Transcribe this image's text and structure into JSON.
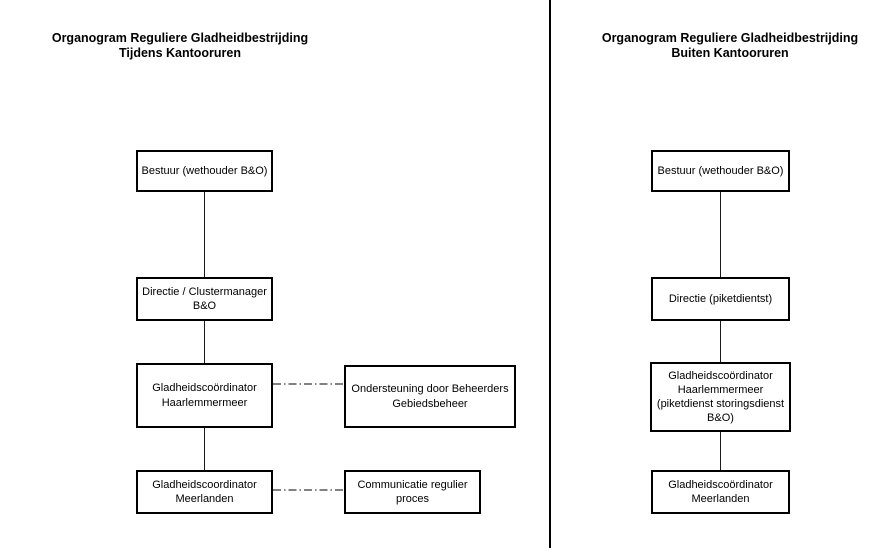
{
  "colors": {
    "box_border": "#000000",
    "connector": "#1a1a1a",
    "dashdot": "#595959",
    "divider": "#000000",
    "text": "#000000",
    "page_bg": "#ffffff"
  },
  "left_chart": {
    "title": "Organogram Reguliere Gladheidbestrijding\nTijdens Kantooruren",
    "nodes": {
      "bestuur": {
        "label": "Bestuur (wethouder B&O)"
      },
      "directie": {
        "label": "Directie / Clustermanager\nB&O"
      },
      "coordinator_haarlemmermeer": {
        "label": "Gladheidscoördinator\nHaarlemmermeer"
      },
      "coordinator_meerlanden": {
        "label": "Gladheidscoordinator\nMeerlanden"
      },
      "ondersteuning_beheerders": {
        "label": "Ondersteuning door Beheerders\nGebiedsbeheer"
      },
      "communicatie_regulier": {
        "label": "Communicatie regulier\nproces"
      }
    }
  },
  "right_chart": {
    "title": "Organogram Reguliere Gladheidbestrijding\nBuiten Kantooruren",
    "nodes": {
      "bestuur": {
        "label": "Bestuur (wethouder B&O)"
      },
      "directie": {
        "label": "Directie (piketdientst)"
      },
      "coordinator_haarlemmermeer": {
        "label": "Gladheidscoördinator\nHaarlemmermeer\n(piketdienst storingsdienst\nB&O)"
      },
      "coordinator_meerlanden": {
        "label": "Gladheidscoördinator\nMeerlanden"
      }
    }
  }
}
